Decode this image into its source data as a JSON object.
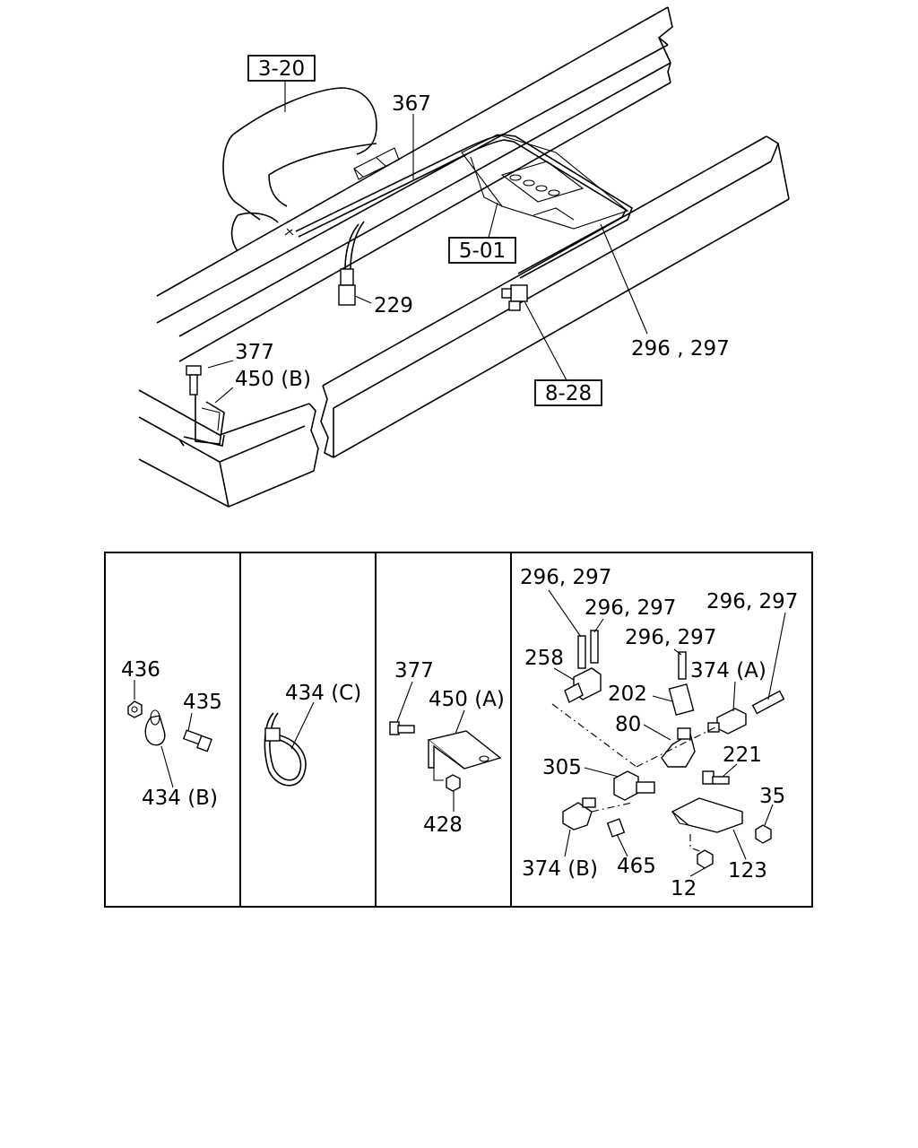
{
  "main_view": {
    "ref_boxes": [
      "3-20",
      "5-01",
      "8-28"
    ],
    "callouts": [
      "367",
      "229",
      "377",
      "450 (B)",
      "296 , 297"
    ]
  },
  "detail_panels": [
    {
      "labels": [
        "436",
        "435",
        "434 (B)"
      ]
    },
    {
      "labels": [
        "434 (C)"
      ]
    },
    {
      "labels": [
        "377",
        "450 (A)",
        "428"
      ]
    },
    {
      "labels": [
        "296, 297",
        "296, 297",
        "296, 297",
        "296, 297",
        "258",
        "374 (A)",
        "202",
        "80",
        "305",
        "221",
        "35",
        "374 (B)",
        "465",
        "123",
        "12"
      ]
    }
  ]
}
